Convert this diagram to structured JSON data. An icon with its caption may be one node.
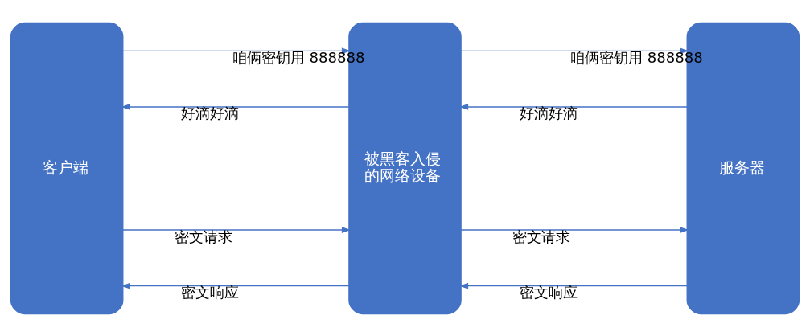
{
  "diagram": {
    "nodes": [
      {
        "text": [
          "客户端"
        ]
      },
      {
        "text": [
          "被黑客入侵的网络设备"
        ]
      },
      {
        "text": [
          "服务器"
        ]
      }
    ],
    "edges": [
      {
        "from": 0,
        "to": 1,
        "arrow": "to",
        "label": "咱俩密钥用 888888"
      },
      {
        "from": 1,
        "to": 0,
        "arrow": "to",
        "label": "好滴好滴"
      },
      {
        "from": 1,
        "to": 2,
        "arrow": "to",
        "label": "咱俩密钥用 888888"
      },
      {
        "from": 2,
        "to": 1,
        "arrow": "to",
        "label": "好滴好滴"
      },
      {
        "from": 0,
        "to": 1,
        "arrow": "to",
        "label": "密文请求"
      },
      {
        "from": 1,
        "to": 0,
        "arrow": "to",
        "label": "密文响应"
      },
      {
        "from": 1,
        "to": 2,
        "arrow": "to",
        "label": "密文请求"
      },
      {
        "from": 2,
        "to": 1,
        "arrow": "to",
        "label": "密文响应"
      }
    ]
  }
}
